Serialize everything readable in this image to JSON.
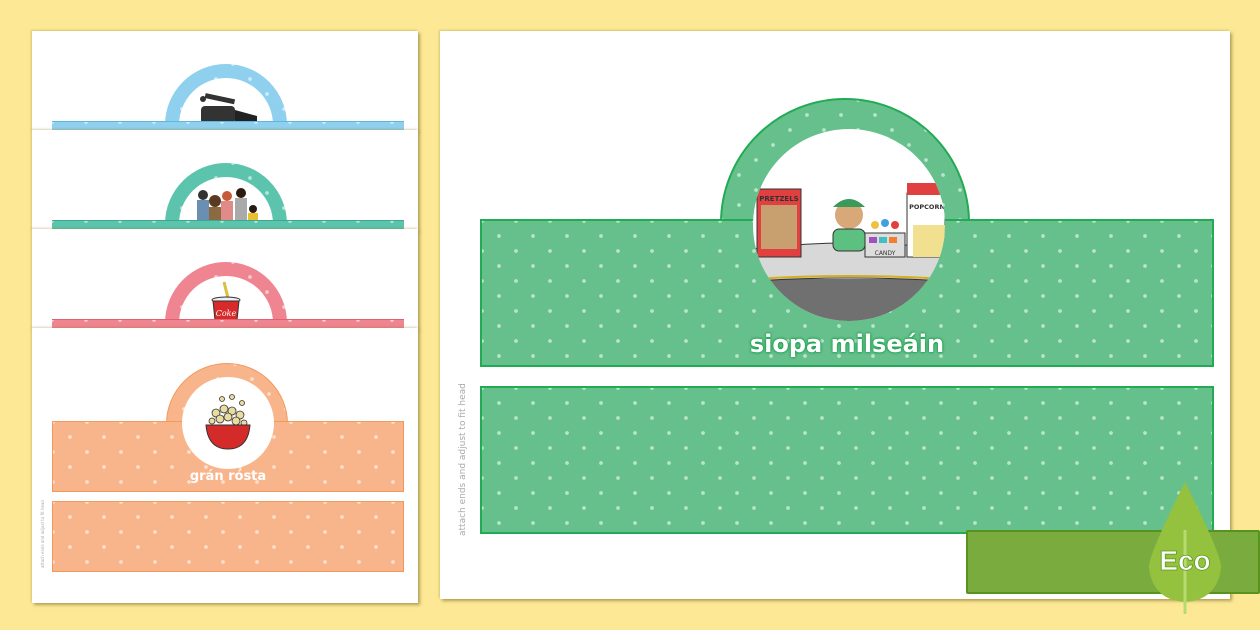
{
  "thumbnails": [
    {
      "id": "blue",
      "color": "#8fd0ee",
      "border": "#5cb6e0",
      "icon": "video-camera-icon"
    },
    {
      "id": "teal",
      "color": "#5cc4ad",
      "border": "#3aa98f",
      "icon": "people-group-icon"
    },
    {
      "id": "red",
      "color": "#ee8591",
      "border": "#e0606e",
      "icon": "soda-cup-icon",
      "cup_text": "Coke"
    },
    {
      "id": "orange",
      "color": "#f8b58c",
      "border": "#f29a5e",
      "icon": "popcorn-bowl-icon",
      "label": "grán rósta",
      "side_note": "attach ends and adjust to fit head"
    }
  ],
  "main": {
    "color": "#66c08c",
    "border": "#22aa55",
    "label": "siopa milseáin",
    "side_note": "attach ends and adjust to fit head",
    "scene": {
      "pretzels_sign": "PRETZELS",
      "popcorn_sign": "POPCORN",
      "candy_sign": "CANDY"
    }
  },
  "badge": {
    "label": "Eco",
    "bar_color": "#7aab3e",
    "leaf_color": "#94c13e"
  }
}
